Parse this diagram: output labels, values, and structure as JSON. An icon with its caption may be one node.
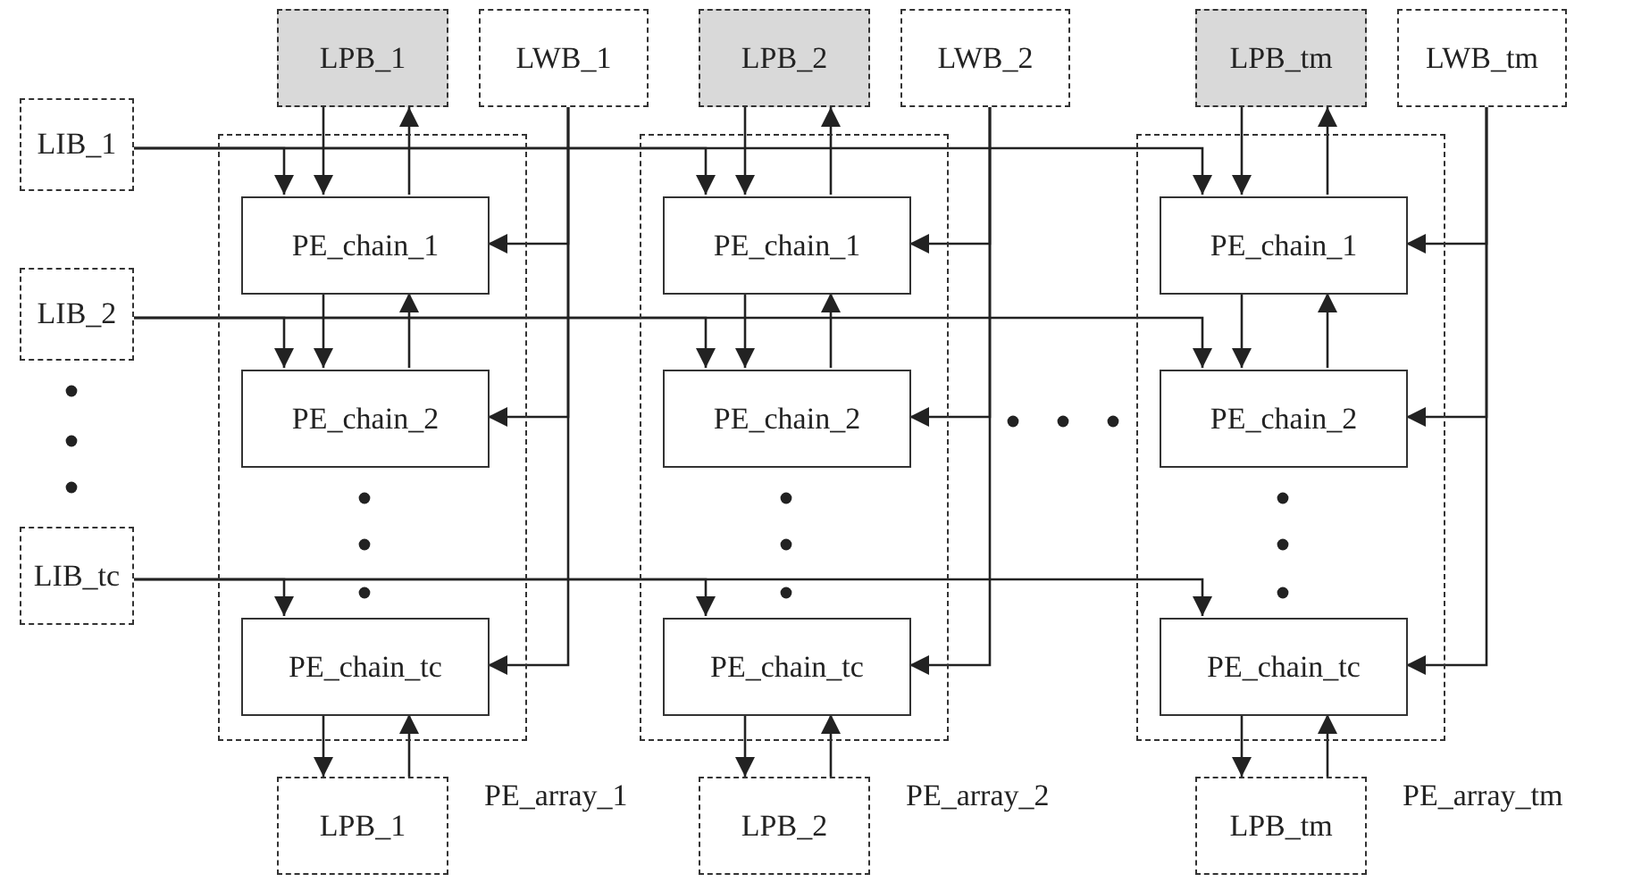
{
  "diagram": {
    "nodes": [
      {
        "text": [
          "LIB_1"
        ]
      },
      {
        "text": [
          "LIB_2"
        ]
      },
      {
        "text": [
          "LIB_tc"
        ]
      },
      {
        "text": [
          "LPB_1"
        ]
      },
      {
        "text": [
          "LWB_1"
        ]
      },
      {
        "text": [
          "PE_array_1"
        ]
      },
      {
        "text": [
          "PE_chain_1"
        ],
        "in": 5
      },
      {
        "text": [
          "PE_chain_2"
        ],
        "in": 5
      },
      {
        "text": [
          "PE_chain_tc"
        ],
        "in": 5
      },
      {
        "text": [
          "LPB_1"
        ]
      },
      {
        "text": [
          "LPB_2"
        ]
      },
      {
        "text": [
          "LWB_2"
        ]
      },
      {
        "text": [
          "PE_array_2"
        ]
      },
      {
        "text": [
          "PE_chain_1"
        ],
        "in": 12
      },
      {
        "text": [
          "PE_chain_2"
        ],
        "in": 12
      },
      {
        "text": [
          "PE_chain_tc"
        ],
        "in": 12
      },
      {
        "text": [
          "LPB_2"
        ]
      },
      {
        "text": [
          "LPB_tm"
        ]
      },
      {
        "text": [
          "LWB_tm"
        ]
      },
      {
        "text": [
          "PE_array_tm"
        ]
      },
      {
        "text": [
          "PE_chain_1"
        ],
        "in": 19
      },
      {
        "text": [
          "PE_chain_2"
        ],
        "in": 19
      },
      {
        "text": [
          "PE_chain_tc"
        ],
        "in": 19
      },
      {
        "text": [
          "LPB_tm"
        ]
      }
    ],
    "edges": [
      {
        "from": 0,
        "to": 6,
        "arrow": "to"
      },
      {
        "from": 1,
        "to": 7,
        "arrow": "to"
      },
      {
        "from": 2,
        "to": 8,
        "arrow": "to"
      },
      {
        "from": 3,
        "to": 6,
        "arrow": "to"
      },
      {
        "from": 6,
        "to": 3,
        "arrow": "to"
      },
      {
        "from": 6,
        "to": 7,
        "arrow": "to"
      },
      {
        "from": 7,
        "to": 6,
        "arrow": "to"
      },
      {
        "from": 4,
        "to": 6,
        "arrow": "to"
      },
      {
        "from": 4,
        "to": 7,
        "arrow": "to"
      },
      {
        "from": 4,
        "to": 8,
        "arrow": "to"
      },
      {
        "from": 8,
        "to": 9,
        "arrow": "to"
      },
      {
        "from": 9,
        "to": 8,
        "arrow": "to"
      },
      {
        "from": 0,
        "to": 13,
        "arrow": "to"
      },
      {
        "from": 1,
        "to": 14,
        "arrow": "to"
      },
      {
        "from": 2,
        "to": 15,
        "arrow": "to"
      },
      {
        "from": 10,
        "to": 13,
        "arrow": "to"
      },
      {
        "from": 13,
        "to": 10,
        "arrow": "to"
      },
      {
        "from": 13,
        "to": 14,
        "arrow": "to"
      },
      {
        "from": 14,
        "to": 13,
        "arrow": "to"
      },
      {
        "from": 11,
        "to": 13,
        "arrow": "to"
      },
      {
        "from": 11,
        "to": 14,
        "arrow": "to"
      },
      {
        "from": 11,
        "to": 15,
        "arrow": "to"
      },
      {
        "from": 15,
        "to": 16,
        "arrow": "to"
      },
      {
        "from": 16,
        "to": 15,
        "arrow": "to"
      },
      {
        "from": 0,
        "to": 20,
        "arrow": "to"
      },
      {
        "from": 1,
        "to": 21,
        "arrow": "to"
      },
      {
        "from": 2,
        "to": 22,
        "arrow": "to"
      },
      {
        "from": 17,
        "to": 20,
        "arrow": "to"
      },
      {
        "from": 20,
        "to": 17,
        "arrow": "to"
      },
      {
        "from": 20,
        "to": 21,
        "arrow": "to"
      },
      {
        "from": 21,
        "to": 20,
        "arrow": "to"
      },
      {
        "from": 18,
        "to": 20,
        "arrow": "to"
      },
      {
        "from": 18,
        "to": 21,
        "arrow": "to"
      },
      {
        "from": 18,
        "to": 22,
        "arrow": "to"
      },
      {
        "from": 22,
        "to": 23,
        "arrow": "to"
      },
      {
        "from": 23,
        "to": 22,
        "arrow": "to"
      }
    ]
  }
}
